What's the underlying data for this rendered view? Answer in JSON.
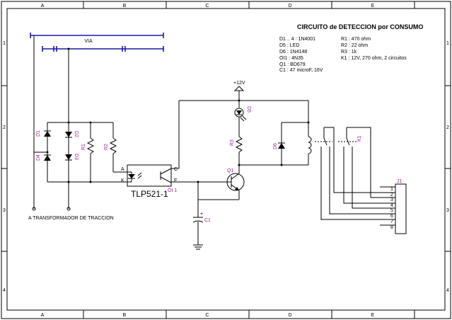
{
  "title": "CIRCUITO de DETECCION por CONSUMO",
  "parts_list_left": [
    "D1 .. 4 : 1N4001",
    "D5 : LED",
    "D6 : 1N4148",
    "OI1 : 4N35",
    "Q1 : BD679",
    "C1 : 47 microF, 16V"
  ],
  "parts_list_right": [
    "R1 : 470 ohm",
    "R2 : 22 ohm",
    "R3 : 1k",
    "K1 : 12V, 270 ohm, 2 circuitos"
  ],
  "grid": {
    "columns": [
      "A",
      "B",
      "C",
      "D",
      "E"
    ],
    "rows": [
      "1",
      "2",
      "3",
      "4"
    ]
  },
  "labels": {
    "via": "VIA",
    "transformer": "A TRANSFORMADOR DE TRACCION",
    "vcc": "+12V",
    "opto_part": "TLP521-1",
    "opto_ref": "OI 1",
    "pin_a": "A",
    "pin_k": "K",
    "pin_c": "C",
    "pin_e": "E",
    "d1": "D1",
    "d2": "D2",
    "d3": "D3",
    "d4": "D4",
    "d5": "D5",
    "d6": "D6",
    "r1": "R1",
    "r2": "R2",
    "r3": "R3",
    "q1": "Q1",
    "c1": "C1",
    "k1": "K1",
    "j1": "J1",
    "j1_pins": [
      "1",
      "2",
      "3",
      "4",
      "5",
      "6",
      "7",
      "8"
    ]
  }
}
